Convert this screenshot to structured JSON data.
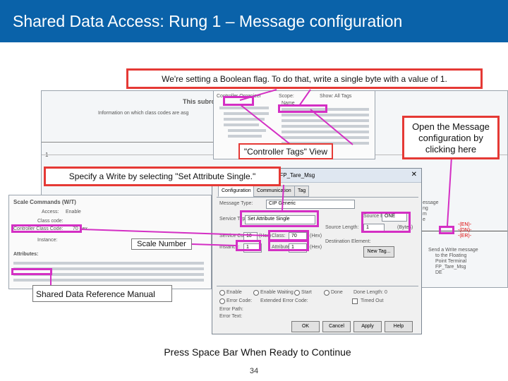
{
  "header": {
    "title": "Shared Data Access: Rung 1 – Message configuration"
  },
  "callouts": {
    "boolean_flag": "We're setting a Boolean flag.  To do that, write a single byte with a value of 1.",
    "controller_tags": "\"Controller Tags\" View",
    "open_message": "Open the Message configuration by clicking here",
    "specify_write": "Specify a Write by selecting \"Set Attribute Single.\"",
    "scale_number": "Scale Number",
    "reference_manual": "Shared Data Reference Manual"
  },
  "background_shot": {
    "subroutine": "This subrout",
    "info_text": "Information on which class codes are asg",
    "rung_number": "1"
  },
  "controller_organizer": {
    "title": "Controller Organizer",
    "scope": "Scope:",
    "show": "Show: All Tags",
    "name_col": "Name"
  },
  "right_rung": {
    "message_lines": [
      "essage",
      "ng",
      "m",
      "e"
    ],
    "caption": [
      "Send a Write message",
      "to the Floating",
      "Point Terminal",
      "FP_Tare_Msg",
      "DE"
    ]
  },
  "scale_commands": {
    "title": "Scale Commands (W/T)",
    "access_label": "Access:",
    "access_value": "Enable",
    "class_code_label": "Class code:",
    "controller_class_code": "Controller Class Code:",
    "class_code_value": "70 hex",
    "instance_label": "Instance:",
    "attributes_label": "Attributes:"
  },
  "message_dialog": {
    "title": "Message Configuration - FP_Tare_Msg",
    "tabs": [
      "Configuration",
      "Communication",
      "Tag"
    ],
    "message_type_label": "Message Type:",
    "message_type_value": "CIP Generic",
    "service_type_label": "Service Type:",
    "service_type_value": "Set Attribute Single",
    "source_element_label": "Source Element:",
    "source_element_value": "ONE",
    "source_length_label": "Source Length:",
    "source_length_value": "1",
    "source_length_unit": "(Bytes)",
    "service_code_label": "Service Code:",
    "service_code_value": "10",
    "hex": "(Hex)",
    "class_label": "Class:",
    "class_value": "70",
    "instance_label": "Instance:",
    "instance_value": "1",
    "attribute_label": "Attribute:",
    "attribute_value": "1",
    "destination_label": "Destination Element:",
    "new_tag": "New Tag...",
    "status": [
      "Enable",
      "Enable Waiting",
      "Start",
      "Done",
      "Done Length: 0"
    ],
    "error_code": "Error Code:",
    "extended_error": "Extended Error Code:",
    "error_path": "Error Path:",
    "error_text": "Error Text:",
    "timed_out": "Timed Out",
    "buttons": [
      "OK",
      "Cancel",
      "Apply",
      "Help"
    ]
  },
  "footer": {
    "continue": "Press Space Bar When Ready to Continue",
    "page": "34"
  },
  "colors": {
    "title_bar": "#0a62a9",
    "callout_border": "#e53935",
    "highlight_box": "#d42fc4"
  }
}
